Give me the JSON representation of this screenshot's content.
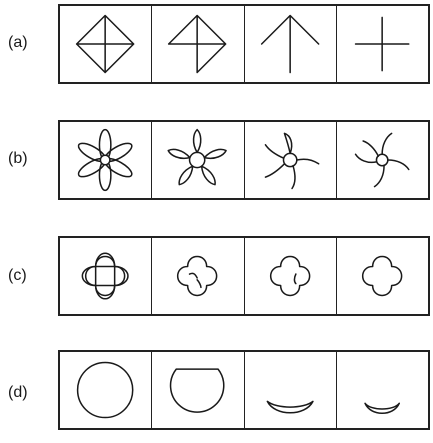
{
  "rows": [
    {
      "label": "(a)",
      "cells": [
        "kite-full",
        "kite-partial",
        "kite-top",
        "cross"
      ]
    },
    {
      "label": "(b)",
      "cells": [
        "flower-six-petals",
        "flower-five-petals",
        "flower-pinwheel",
        "flower-spiral"
      ]
    },
    {
      "label": "(c)",
      "cells": [
        "clover-with-cross",
        "clover-with-arcs",
        "clover-with-arc",
        "clover-outline"
      ]
    },
    {
      "label": "(d)",
      "cells": [
        "circle",
        "cut-circle",
        "crescent-wide",
        "crescent-small"
      ]
    }
  ]
}
